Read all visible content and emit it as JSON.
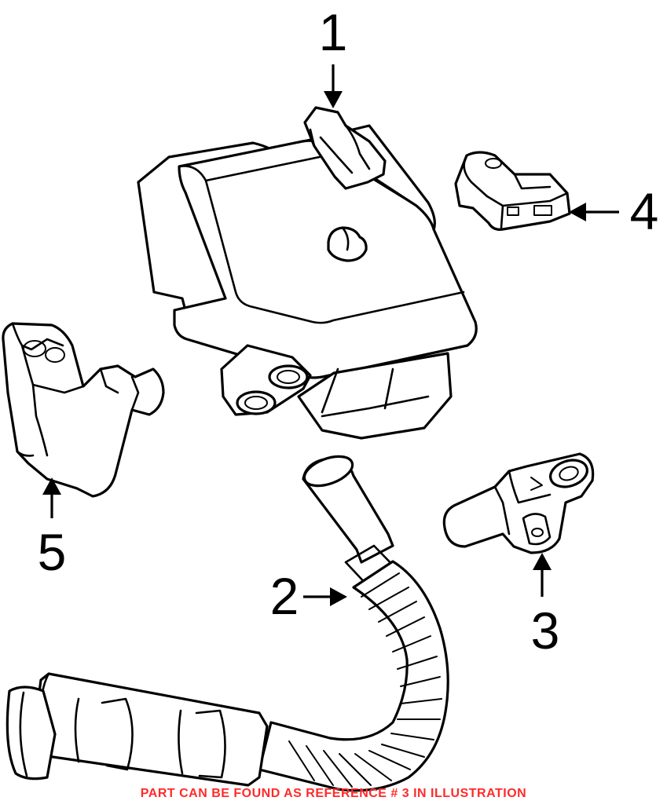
{
  "callouts": {
    "one": "1",
    "two": "2",
    "three": "3",
    "four": "4",
    "five": "5"
  },
  "footer": {
    "note": "PART CAN BE FOUND AS REFERENCE # 3 IN ILLUSTRATION",
    "color": "#ff2a2a"
  },
  "colors": {
    "line": "#000000",
    "background": "#ffffff"
  }
}
